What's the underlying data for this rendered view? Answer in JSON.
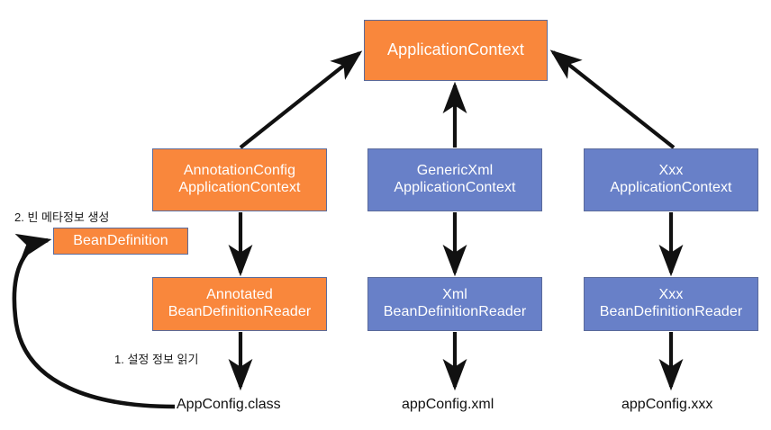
{
  "diagram": {
    "title_node": {
      "label": "ApplicationContext"
    },
    "colors": {
      "orange": "#F9873C",
      "blue": "#6880C8",
      "border": "#5A6A9A",
      "node_text": "#FFFFFF",
      "arrow": "#111111",
      "label_text": "#1A1A1A",
      "background": "#FFFFFF"
    },
    "nodes": {
      "application_context": {
        "label": "ApplicationContext",
        "color": "orange"
      },
      "annotation_config_application_context": {
        "line1": "AnnotationConfig",
        "line2": "ApplicationContext",
        "color": "orange"
      },
      "generic_xml_application_context": {
        "line1": "GenericXml",
        "line2": "ApplicationContext",
        "color": "blue"
      },
      "xxx_application_context": {
        "line1": "Xxx",
        "line2": "ApplicationContext",
        "color": "blue"
      },
      "annotated_bean_definition_reader": {
        "line1": "Annotated",
        "line2": "BeanDefinitionReader",
        "color": "orange"
      },
      "xml_bean_definition_reader": {
        "line1": "Xml",
        "line2": "BeanDefinitionReader",
        "color": "blue"
      },
      "xxx_bean_definition_reader": {
        "line1": "Xxx",
        "line2": "BeanDefinitionReader",
        "color": "blue"
      },
      "bean_definition": {
        "label": "BeanDefinition",
        "color": "orange"
      }
    },
    "file_labels": {
      "app_config_class": "AppConfig.class",
      "app_config_xml": "appConfig.xml",
      "app_config_xxx": "appConfig.xxx"
    },
    "step_labels": {
      "step1": "1. 설정 정보 읽기",
      "step2": "2. 빈 메타정보 생성"
    },
    "edges": [
      {
        "from": "annotation_config_application_context",
        "to": "application_context",
        "style": "diagonal-arrow"
      },
      {
        "from": "generic_xml_application_context",
        "to": "application_context",
        "style": "straight-arrow-up"
      },
      {
        "from": "xxx_application_context",
        "to": "application_context",
        "style": "diagonal-arrow"
      },
      {
        "from": "annotation_config_application_context",
        "to": "annotated_bean_definition_reader",
        "style": "straight-arrow-down"
      },
      {
        "from": "generic_xml_application_context",
        "to": "xml_bean_definition_reader",
        "style": "straight-arrow-down"
      },
      {
        "from": "xxx_application_context",
        "to": "xxx_bean_definition_reader",
        "style": "straight-arrow-down"
      },
      {
        "from": "annotated_bean_definition_reader",
        "to": "app_config_class",
        "style": "straight-arrow-down",
        "label": "1. 설정 정보 읽기"
      },
      {
        "from": "xml_bean_definition_reader",
        "to": "app_config_xml",
        "style": "straight-arrow-down"
      },
      {
        "from": "xxx_bean_definition_reader",
        "to": "app_config_xxx",
        "style": "straight-arrow-down"
      },
      {
        "from": "app_config_class",
        "to": "bean_definition",
        "style": "curved-arrow",
        "label": "2. 빈 메타정보 생성"
      }
    ]
  }
}
